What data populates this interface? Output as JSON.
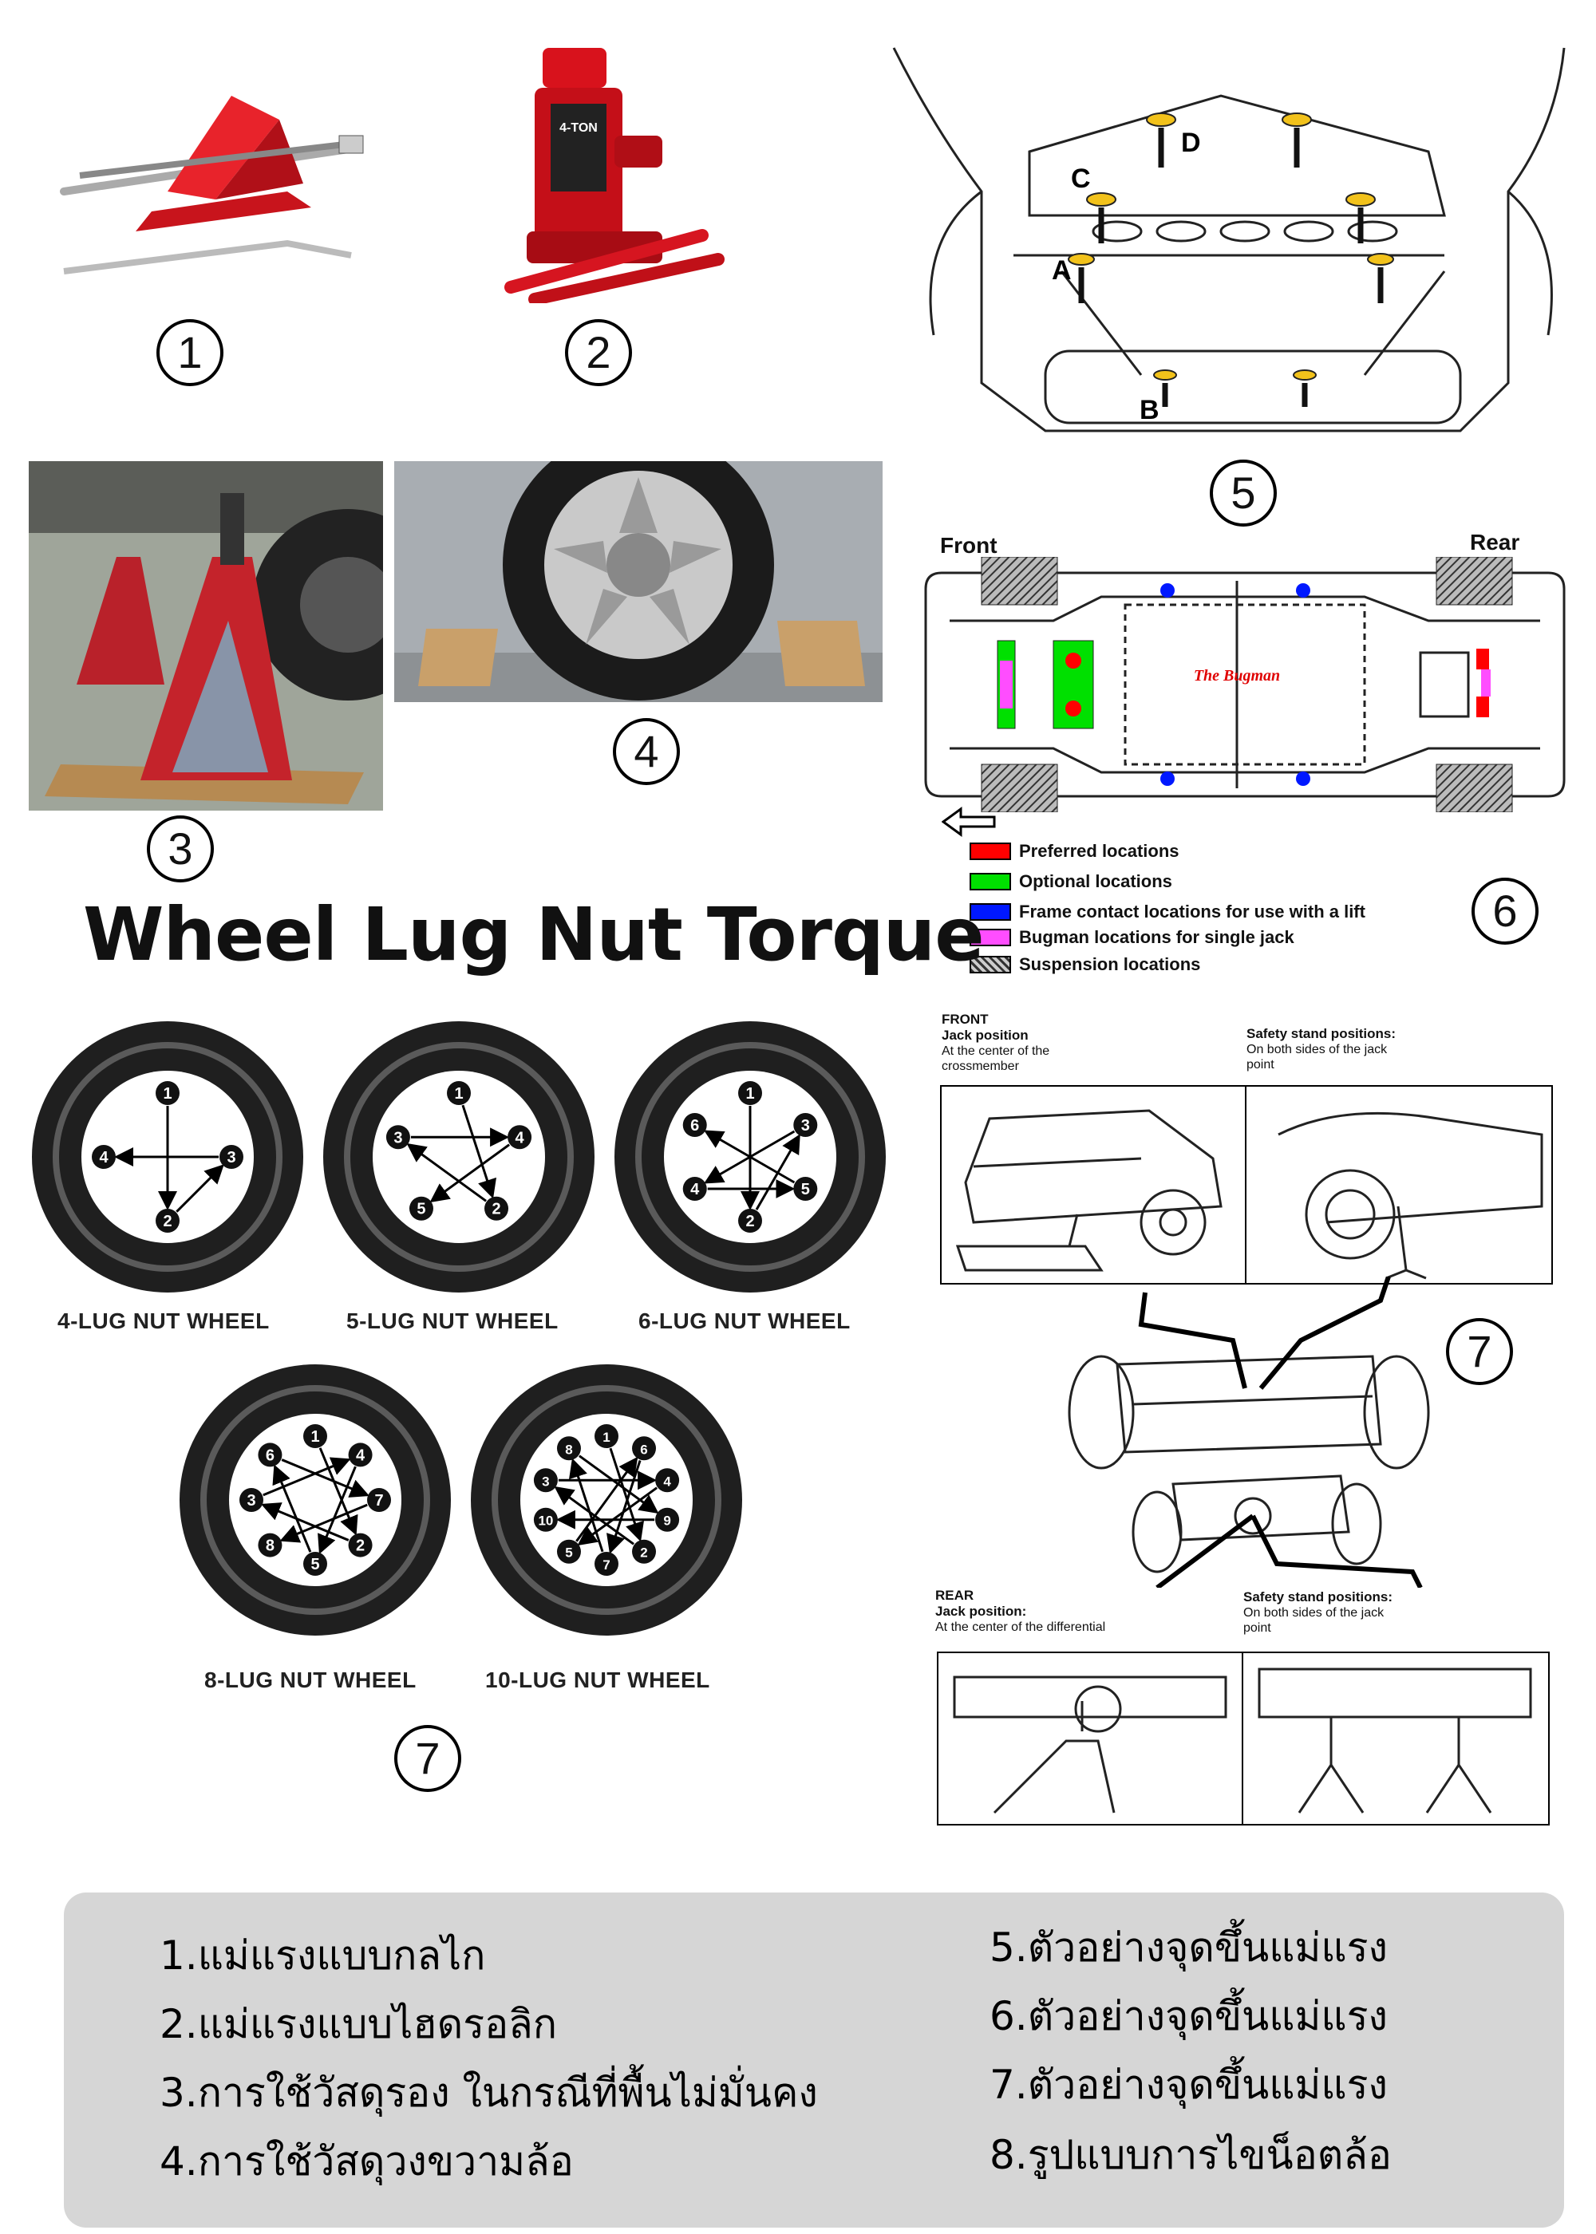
{
  "markers": {
    "m1": "1",
    "m2": "2",
    "m3": "3",
    "m4": "4",
    "m5": "5",
    "m6": "6",
    "m7a": "7",
    "m7b": "7"
  },
  "jack_photo": {
    "label": "4-TON"
  },
  "lift_diagram": {
    "points": [
      "A",
      "B",
      "C",
      "D"
    ]
  },
  "bugman": {
    "front": "Front",
    "rear": "Rear",
    "brand": "The Bugman",
    "legend": [
      {
        "label": "Preferred locations",
        "color": "#ff0000"
      },
      {
        "label": "Optional locations",
        "color": "#00e000"
      },
      {
        "label": "Frame contact locations for use with a lift",
        "color": "#0018ff"
      },
      {
        "label": "Bugman locations for single jack",
        "color": "#ff4dff"
      },
      {
        "label": "Suspension locations",
        "color": "hatch"
      }
    ]
  },
  "torque": {
    "title": "Wheel Lug Nut Torque",
    "wheels": [
      {
        "caption": "4-LUG NUT WHEEL",
        "nuts": 4
      },
      {
        "caption": "5-LUG NUT WHEEL",
        "nuts": 5
      },
      {
        "caption": "6-LUG NUT WHEEL",
        "nuts": 6
      },
      {
        "caption": "8-LUG NUT WHEEL",
        "nuts": 8
      },
      {
        "caption": "10-LUG NUT WHEEL",
        "nuts": 10
      }
    ]
  },
  "truck_diagram": {
    "front_title": "FRONT",
    "front_jack": "Jack position",
    "front_jack_desc_1": "At the center of the",
    "front_jack_desc_2": "crossmember",
    "front_stand": "Safety stand positions:",
    "front_stand_desc_1": "On both sides of the jack",
    "front_stand_desc_2": "point",
    "rear_title": "REAR",
    "rear_jack": "Jack position:",
    "rear_jack_desc": "At the center of the differential",
    "rear_stand": "Safety stand positions:",
    "rear_stand_desc_1": "On both sides of the jack",
    "rear_stand_desc_2": "point"
  },
  "info": {
    "left": [
      "1.แม่แรงแบบกลไก",
      "2.แม่แรงแบบไฮดรอลิก",
      "3.การใช้วัสดุรอง ในกรณีที่พื้นไม่มั่นคง",
      "4.การใช้วัสดุวงขวามล้อ"
    ],
    "right": [
      "5.ตัวอย่างจุดขึ้นแม่แรง",
      "6.ตัวอย่างจุดขึ้นแม่แรง",
      "7.ตัวอย่างจุดขึ้นแม่แรง",
      "8.รูปแบบการไขน็อตล้อ"
    ]
  }
}
